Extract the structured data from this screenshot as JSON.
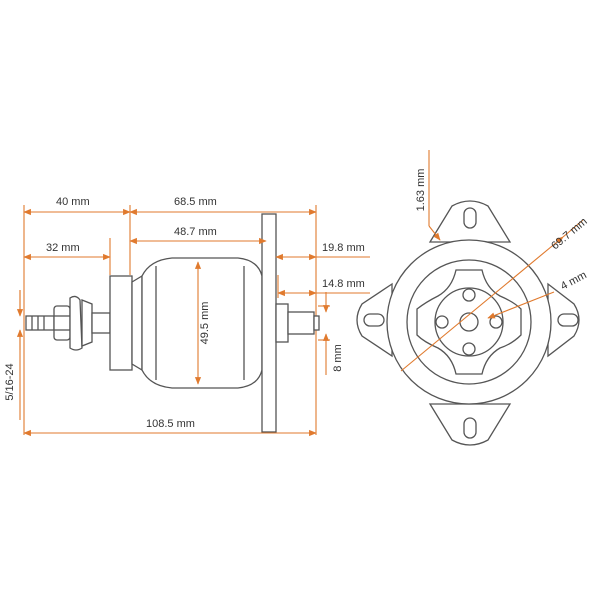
{
  "colors": {
    "outline": "#555555",
    "dimension": "#e07a2e",
    "text": "#333333"
  },
  "side_view": {
    "dims": {
      "shaft_ext": "40 mm",
      "front_len": "32 mm",
      "body_len": "68.5 mm",
      "can_len": "48.7 mm",
      "can_dia": "49.5 mm",
      "mount_rear": "19.8 mm",
      "rear_shaft": "14.8 mm",
      "shaft_dia": "8 mm",
      "thread": "5/16-24",
      "total_len": "108.5 mm"
    }
  },
  "front_view": {
    "dims": {
      "flange_thickness": "1.63 mm",
      "bolt_circle": "69.7 mm",
      "hole_dia": "4 mm"
    }
  }
}
